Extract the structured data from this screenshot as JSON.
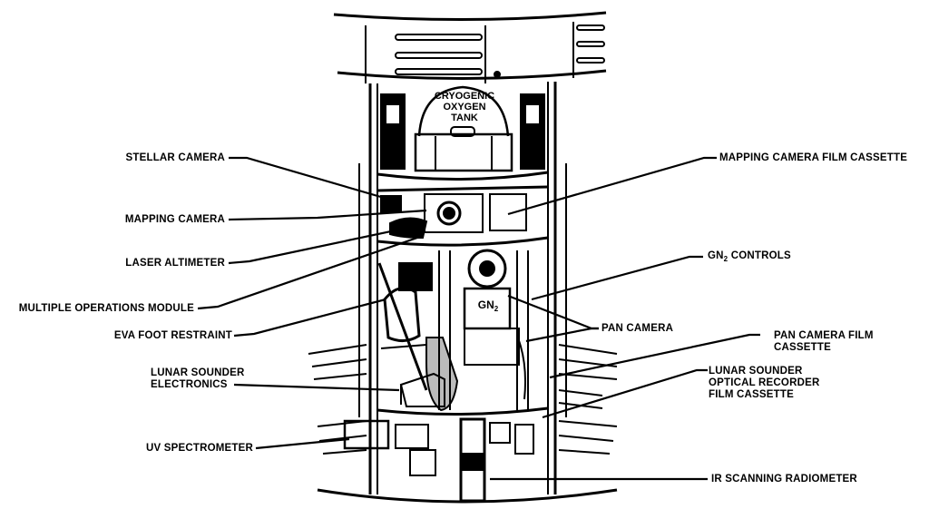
{
  "title": "SIM Bay instrument layout",
  "tank_label": [
    "CRYOGENIC",
    "OXYGEN",
    "TANK"
  ],
  "gn2_tag": {
    "base": "GN",
    "sub": "2"
  },
  "labels_left": [
    {
      "id": "stellar-camera",
      "lines": [
        "STELLAR CAMERA"
      ]
    },
    {
      "id": "mapping-camera",
      "lines": [
        "MAPPING CAMERA"
      ]
    },
    {
      "id": "laser-altimeter",
      "lines": [
        "LASER ALTIMETER"
      ]
    },
    {
      "id": "multiple-operations-module",
      "lines": [
        "MULTIPLE OPERATIONS MODULE"
      ]
    },
    {
      "id": "eva-foot-restraint",
      "lines": [
        "EVA FOOT RESTRAINT"
      ]
    },
    {
      "id": "lunar-sounder-electronics",
      "lines": [
        "LUNAR SOUNDER",
        "ELECTRONICS"
      ]
    },
    {
      "id": "uv-spectrometer",
      "lines": [
        "UV SPECTROMETER"
      ]
    }
  ],
  "labels_right": [
    {
      "id": "mapping-camera-film-cassette",
      "lines": [
        "MAPPING CAMERA FILM CASSETTE"
      ]
    },
    {
      "id": "gn2-controls",
      "lines": [
        "GN2 CONTROLS"
      ],
      "base": "GN",
      "sub": "2",
      "rest": " CONTROLS"
    },
    {
      "id": "pan-camera",
      "lines": [
        "PAN CAMERA"
      ]
    },
    {
      "id": "pan-camera-film-cassette",
      "lines": [
        "PAN CAMERA FILM",
        "CASSETTE"
      ]
    },
    {
      "id": "lunar-sounder-optical-recorder-film-cassette",
      "lines": [
        "LUNAR SOUNDER",
        "OPTICAL RECORDER",
        "FILM CASSETTE"
      ]
    },
    {
      "id": "ir-scanning-radiometer",
      "lines": [
        "IR SCANNING RADIOMETER"
      ]
    }
  ]
}
